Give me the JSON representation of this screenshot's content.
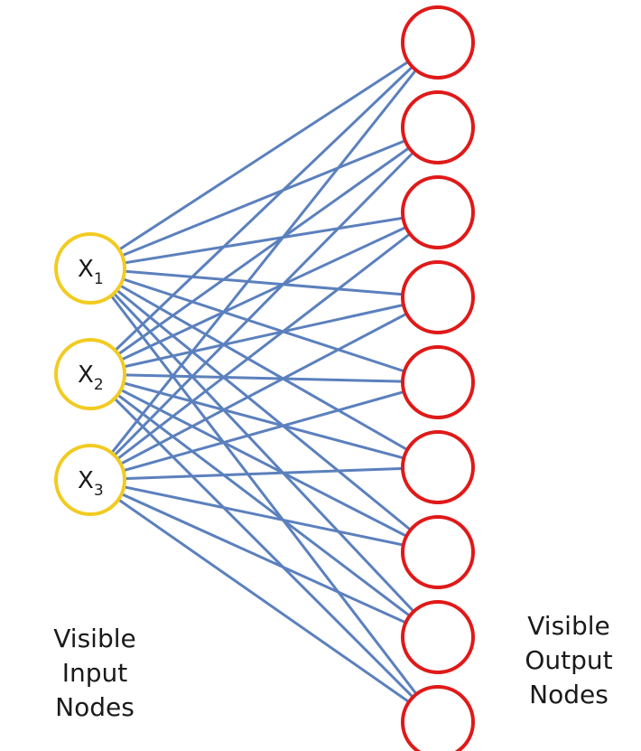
{
  "colors": {
    "background": "#ffffff",
    "connection_line": "#5b80bd",
    "input_node_stroke": "#f2cb21",
    "output_node_stroke": "#e01919",
    "node_fill": "#ffffff",
    "text": "#1a1a1a"
  },
  "input_nodes": [
    {
      "symbol": "X",
      "subscript": "1"
    },
    {
      "symbol": "X",
      "subscript": "2"
    },
    {
      "symbol": "X",
      "subscript": "3"
    }
  ],
  "output_node_count": 9,
  "labels": {
    "input": [
      "Visible",
      "Input",
      "Nodes"
    ],
    "output": [
      "Visible",
      "Output",
      "Nodes"
    ]
  }
}
